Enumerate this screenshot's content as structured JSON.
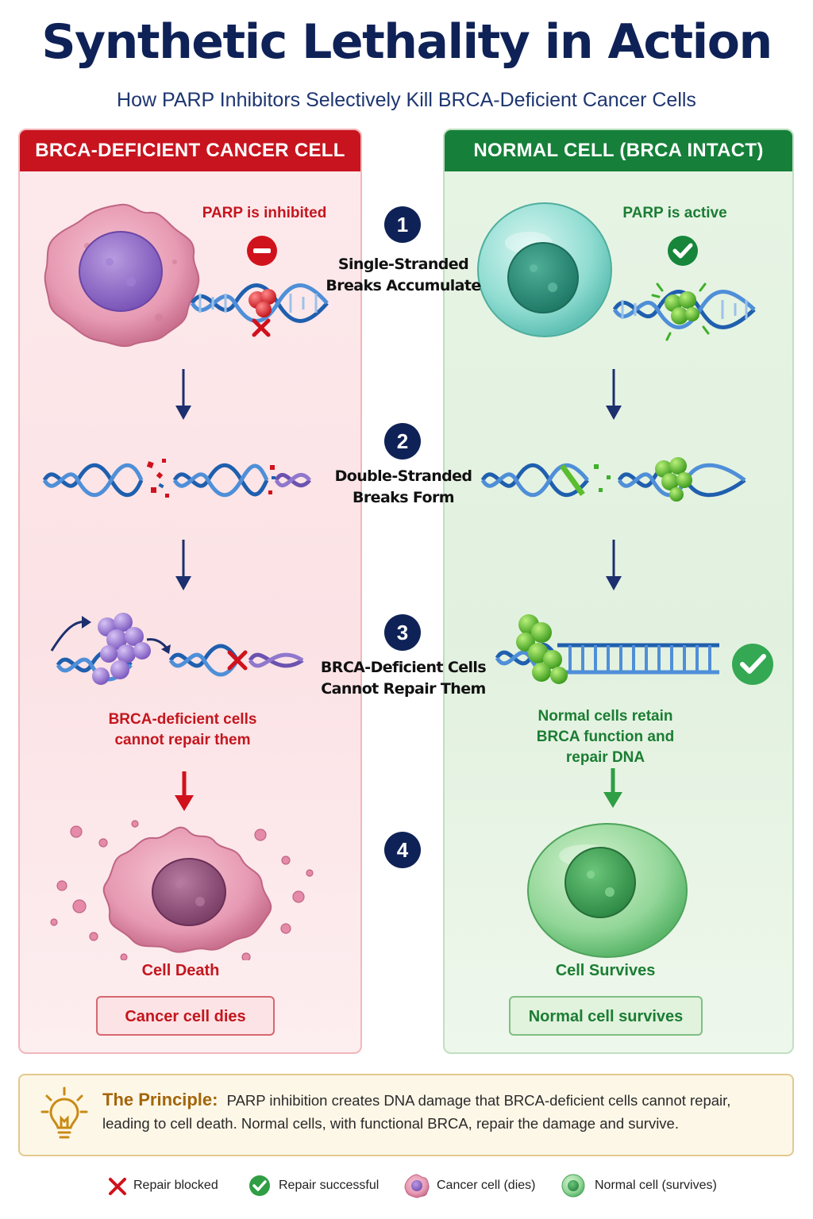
{
  "title": "Synthetic Lethality in Action",
  "subtitle": "How PARP Inhibitors Selectively Kill BRCA-Deficient Cancer Cells",
  "left_panel": {
    "header": "BRCA-DEFICIENT CANCER CELL",
    "parp_label": "PARP is inhibited",
    "repair_note": "BRCA-deficient cells cannot repair them",
    "result_label": "Cell Death",
    "outcome": "Cancer cell dies",
    "accent": "#c8141f"
  },
  "right_panel": {
    "header": "NORMAL CELL (BRCA INTACT)",
    "parp_label": "PARP is active",
    "repair_note": "Normal cells retain BRCA function and repair DNA",
    "result_label": "Cell Survives",
    "outcome": "Normal cell survives",
    "accent": "#16803a"
  },
  "steps": [
    {
      "number": "1",
      "text": "Single-Stranded Breaks Accumulate"
    },
    {
      "number": "2",
      "text": "Double-Stranded Breaks Form"
    },
    {
      "number": "3",
      "text": "BRCA-Deficient Cells Cannot Repair Them"
    },
    {
      "number": "4",
      "text": ""
    }
  ],
  "principle": {
    "heading": "The Principle:",
    "text": "PARP inhibition creates DNA damage that BRCA-deficient cells cannot repair, leading to cell death. Normal cells, with functional BRCA, repair the damage and survive.",
    "icon": "lightbulb-icon"
  },
  "legend": [
    {
      "icon": "red-x-icon",
      "label": "Repair blocked"
    },
    {
      "icon": "green-check-icon",
      "label": "Repair successful"
    },
    {
      "icon": "cancer-cell-icon",
      "label": "Cancer cell (dies)"
    },
    {
      "icon": "normal-cell-icon",
      "label": "Normal cell (survives)"
    }
  ]
}
